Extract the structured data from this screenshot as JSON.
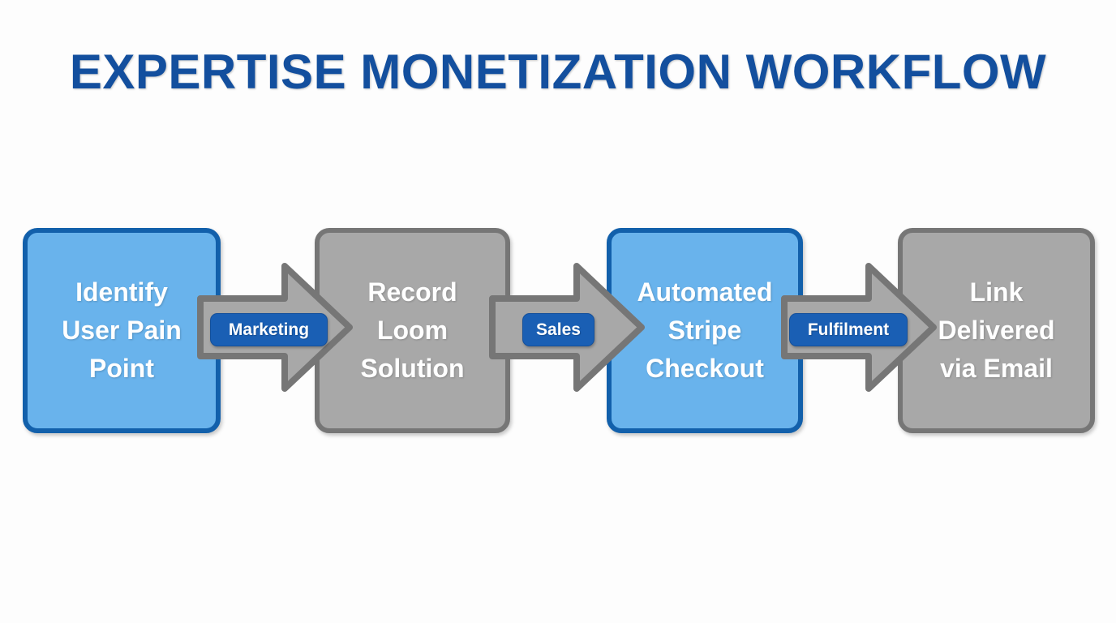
{
  "page": {
    "title": "EXPERTISE MONETIZATION WORKFLOW",
    "background_color": "#fdfdfd",
    "title_color": "#134f9e"
  },
  "colors": {
    "blue_fill": "#69b3ec",
    "blue_border": "#1260ab",
    "gray_fill": "#a8a8a8",
    "gray_border": "#767676",
    "pill_blue": "#1a5fb4",
    "text_white": "#ffffff"
  },
  "flow": {
    "steps": [
      {
        "line1": "Identify",
        "line2": "User Pain",
        "line3": "Point",
        "style": "blue"
      },
      {
        "line1": "Record",
        "line2": "Loom",
        "line3": "Solution",
        "style": "gray"
      },
      {
        "line1": "Automated",
        "line2": "Stripe",
        "line3": "Checkout",
        "style": "blue"
      },
      {
        "line1": "Link",
        "line2": "Delivered",
        "line3": "via Email",
        "style": "gray"
      }
    ],
    "connectors": [
      {
        "label": "Marketing",
        "icon": "right-arrow-icon"
      },
      {
        "label": "Sales",
        "icon": "right-arrow-icon"
      },
      {
        "label": "Fulfilment",
        "icon": "right-arrow-icon"
      }
    ]
  }
}
